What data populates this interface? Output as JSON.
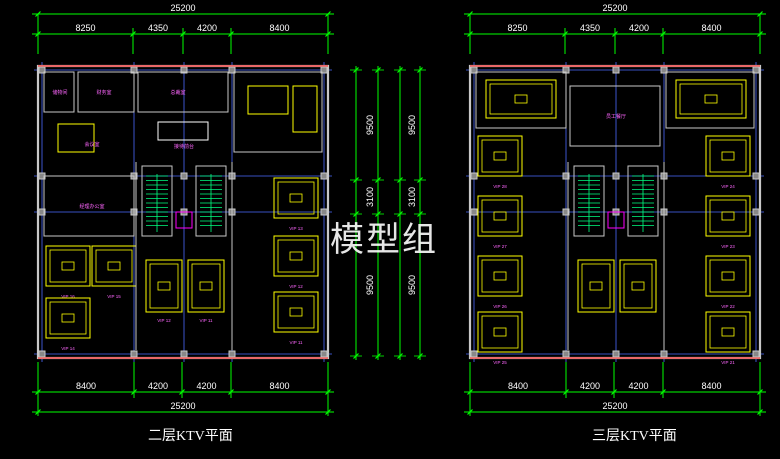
{
  "plans": [
    {
      "id": "floor2",
      "title": "二层KTV平面",
      "top_total": "25200",
      "top_segments": [
        "8250",
        "4350",
        "4200",
        "8400"
      ],
      "bottom_segments": [
        "8400",
        "4200",
        "4200",
        "8400"
      ],
      "bottom_total": "25200",
      "side_dims": [
        "9500",
        "3100",
        "9500"
      ],
      "rooms": [
        "储物间",
        "财务室",
        "总裁室",
        "会议室",
        "接待前台",
        "经理办公室",
        "VIP 16",
        "VIP 15",
        "VIP 14",
        "VIP 13",
        "VIP 12",
        "VIP 11"
      ]
    },
    {
      "id": "floor3",
      "title": "三层KTV平面",
      "top_total": "25200",
      "top_segments": [
        "8250",
        "4350",
        "4200",
        "8400"
      ],
      "bottom_segments": [
        "8400",
        "4200",
        "4200",
        "8400"
      ],
      "bottom_total": "25200",
      "side_dims": [
        "9500",
        "3100",
        "9500"
      ],
      "rooms": [
        "员工餐厅",
        "VIP 28",
        "VIP 27",
        "VIP 26",
        "VIP 25",
        "VIP 24",
        "VIP 23",
        "VIP 22",
        "VIP 21"
      ]
    }
  ],
  "watermark": "模型组",
  "colors": {
    "dimension": "#00ff00",
    "dim_text": "#ffffff",
    "wall_outer": "#ff3030",
    "wall": "#c8c8c8",
    "grid": "#4b6bff",
    "furniture": "#ffff00",
    "room_text": "#ff66ff",
    "stair": "#00ff80"
  }
}
